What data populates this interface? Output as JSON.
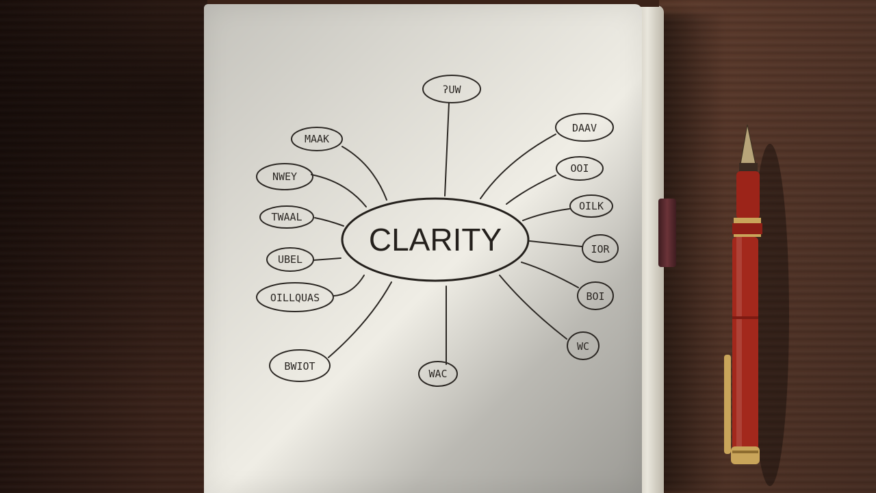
{
  "mindmap": {
    "center_label": "CLARITY",
    "branches": [
      {
        "id": "top",
        "label": "ʔUW"
      },
      {
        "id": "upper-left",
        "label": "MAAK"
      },
      {
        "id": "left-1",
        "label": "NWEY"
      },
      {
        "id": "left-2",
        "label": "TWAAL"
      },
      {
        "id": "left-3",
        "label": "UBEL"
      },
      {
        "id": "left-4",
        "label": "OILLQUAS"
      },
      {
        "id": "lower-left",
        "label": "BWIOT"
      },
      {
        "id": "bottom",
        "label": "WAC"
      },
      {
        "id": "right-1",
        "label": "DAAV"
      },
      {
        "id": "right-2",
        "label": "OOI"
      },
      {
        "id": "right-3",
        "label": "OILK"
      },
      {
        "id": "right-4",
        "label": "IOR"
      },
      {
        "id": "right-5",
        "label": "BOI"
      },
      {
        "id": "lower-right",
        "label": "WC"
      }
    ]
  },
  "colors": {
    "desk": "#4a2c21",
    "paper": "#efede5",
    "ink": "#2a2622",
    "pen_body": "#a3281c",
    "pen_trim": "#c9a55a"
  },
  "objects": {
    "pen": "fountain-pen-icon",
    "bookmark": "bookmark-ribbon"
  }
}
